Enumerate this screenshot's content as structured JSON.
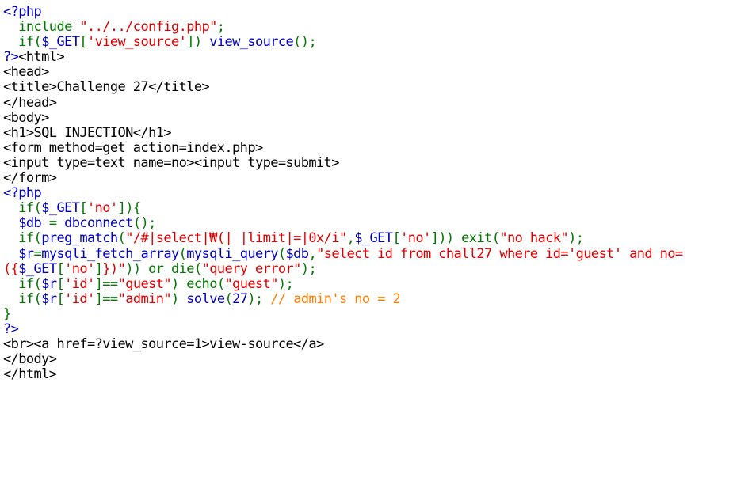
{
  "colors": {
    "tag": "#0000bb",
    "string": "#dd0000",
    "keyword": "#007700",
    "comment": "#ff8000",
    "html": "#000000"
  },
  "code_lines": [
    [
      [
        "tag",
        "<?php"
      ]
    ],
    [
      [
        "keyword",
        "  include "
      ],
      [
        "string",
        "\"../../config.php\""
      ],
      [
        "keyword",
        ";"
      ]
    ],
    [
      [
        "keyword",
        "  if("
      ],
      [
        "tag",
        "$_GET"
      ],
      [
        "keyword",
        "["
      ],
      [
        "string",
        "'view_source'"
      ],
      [
        "keyword",
        "]) "
      ],
      [
        "tag",
        "view_source"
      ],
      [
        "keyword",
        "();"
      ]
    ],
    [
      [
        "tag",
        "?>"
      ],
      [
        "html",
        "<html>"
      ]
    ],
    [
      [
        "html",
        "<head>"
      ]
    ],
    [
      [
        "html",
        "<title>Challenge 27</title>"
      ]
    ],
    [
      [
        "html",
        "</head>"
      ]
    ],
    [
      [
        "html",
        "<body>"
      ]
    ],
    [
      [
        "html",
        "<h1>SQL INJECTION</h1>"
      ]
    ],
    [
      [
        "html",
        "<form method=get action=index.php>"
      ]
    ],
    [
      [
        "html",
        "<input type=text name=no><input type=submit>"
      ]
    ],
    [
      [
        "html",
        "</form>"
      ]
    ],
    [
      [
        "tag",
        "<?php"
      ]
    ],
    [
      [
        "keyword",
        "  if("
      ],
      [
        "tag",
        "$_GET"
      ],
      [
        "keyword",
        "["
      ],
      [
        "string",
        "'no'"
      ],
      [
        "keyword",
        "]){"
      ]
    ],
    [
      [
        "tag",
        "  $db "
      ],
      [
        "keyword",
        "= "
      ],
      [
        "tag",
        "dbconnect"
      ],
      [
        "keyword",
        "();"
      ]
    ],
    [
      [
        "keyword",
        "  if("
      ],
      [
        "tag",
        "preg_match"
      ],
      [
        "keyword",
        "("
      ],
      [
        "string",
        "\"/#|select|₩(| |limit|=|0x/i\""
      ],
      [
        "keyword",
        ","
      ],
      [
        "tag",
        "$_GET"
      ],
      [
        "keyword",
        "["
      ],
      [
        "string",
        "'no'"
      ],
      [
        "keyword",
        "])) exit("
      ],
      [
        "string",
        "\"no hack\""
      ],
      [
        "keyword",
        ");"
      ]
    ],
    [
      [
        "tag",
        "  $r"
      ],
      [
        "keyword",
        "="
      ],
      [
        "tag",
        "mysqli_fetch_array"
      ],
      [
        "keyword",
        "("
      ],
      [
        "tag",
        "mysqli_query"
      ],
      [
        "keyword",
        "("
      ],
      [
        "tag",
        "$db"
      ],
      [
        "keyword",
        ","
      ],
      [
        "string",
        "\"select id from chall27 where id='guest' and no="
      ]
    ],
    [
      [
        "string",
        "({"
      ],
      [
        "tag",
        "$_GET"
      ],
      [
        "keyword",
        "["
      ],
      [
        "string",
        "'no'"
      ],
      [
        "keyword",
        "]"
      ],
      [
        "string",
        "})\""
      ],
      [
        "keyword",
        ")) or die("
      ],
      [
        "string",
        "\"query error\""
      ],
      [
        "keyword",
        ");"
      ]
    ],
    [
      [
        "keyword",
        "  if("
      ],
      [
        "tag",
        "$r"
      ],
      [
        "keyword",
        "["
      ],
      [
        "string",
        "'id'"
      ],
      [
        "keyword",
        "]=="
      ],
      [
        "string",
        "\"guest\""
      ],
      [
        "keyword",
        ") echo("
      ],
      [
        "string",
        "\"guest\""
      ],
      [
        "keyword",
        ");"
      ]
    ],
    [
      [
        "keyword",
        "  if("
      ],
      [
        "tag",
        "$r"
      ],
      [
        "keyword",
        "["
      ],
      [
        "string",
        "'id'"
      ],
      [
        "keyword",
        "]=="
      ],
      [
        "string",
        "\"admin\""
      ],
      [
        "keyword",
        ") "
      ],
      [
        "tag",
        "solve"
      ],
      [
        "keyword",
        "("
      ],
      [
        "tag",
        "27"
      ],
      [
        "keyword",
        "); "
      ],
      [
        "comment",
        "// admin's no = 2"
      ]
    ],
    [
      [
        "keyword",
        "}"
      ]
    ],
    [
      [
        "tag",
        "?>"
      ]
    ],
    [
      [
        "html",
        "<br><a href=?view_source=1>view-source</a>"
      ]
    ],
    [
      [
        "html",
        "</body>"
      ]
    ],
    [
      [
        "html",
        "</html>"
      ]
    ]
  ]
}
